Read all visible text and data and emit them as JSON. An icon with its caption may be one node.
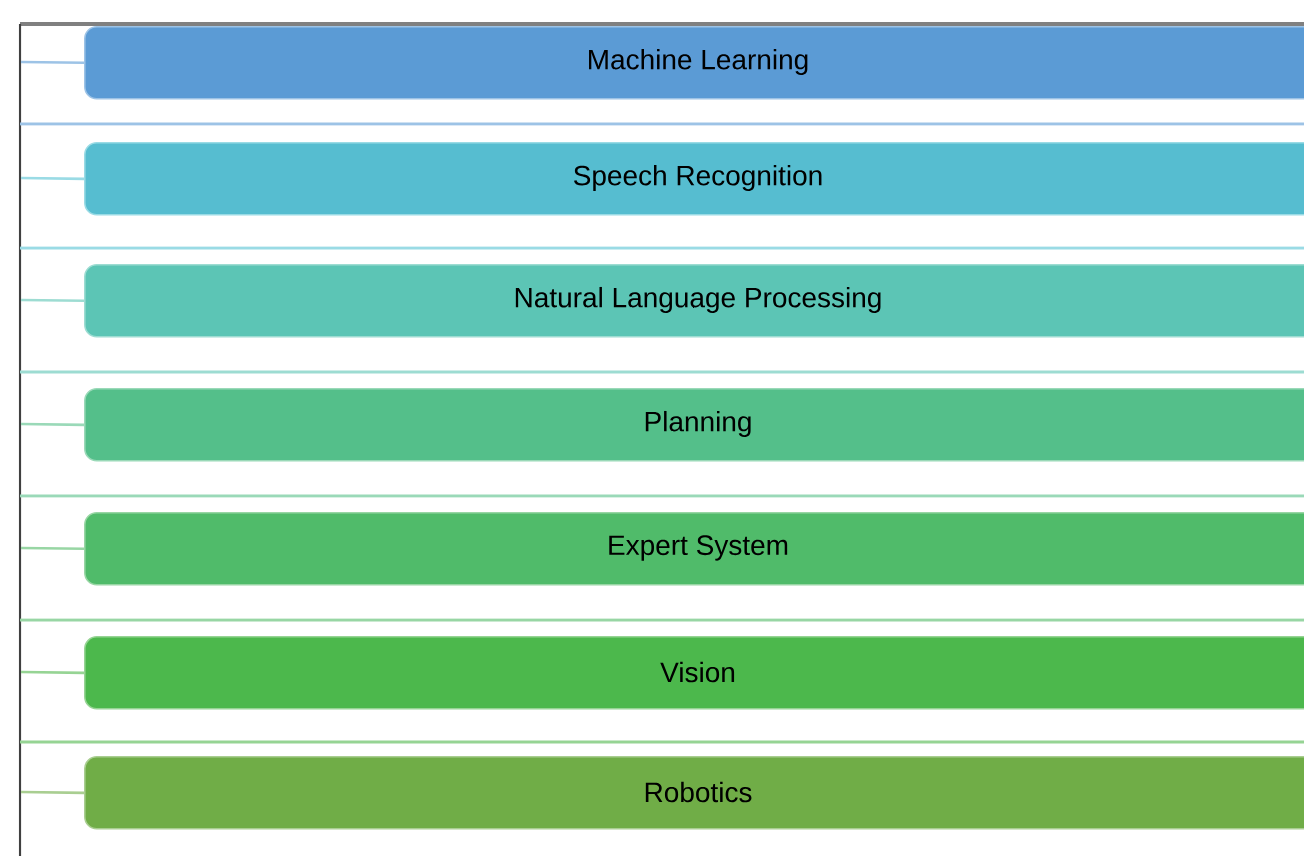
{
  "diagram": {
    "nodes": [
      {
        "text": [
          "Machine Learning"
        ]
      },
      {
        "text": [
          "Speech Recognition"
        ]
      },
      {
        "text": [
          "Natural Language Processing"
        ]
      },
      {
        "text": [
          "Planning"
        ]
      },
      {
        "text": [
          "Expert System"
        ]
      },
      {
        "text": [
          "Vision"
        ]
      },
      {
        "text": [
          "Robotics"
        ]
      }
    ],
    "edges": [
      {
        "from": null,
        "to": 0,
        "arrow": "none"
      },
      {
        "from": null,
        "to": 1,
        "arrow": "none"
      },
      {
        "from": null,
        "to": 2,
        "arrow": "none"
      },
      {
        "from": null,
        "to": 3,
        "arrow": "none"
      },
      {
        "from": null,
        "to": 4,
        "arrow": "none"
      },
      {
        "from": null,
        "to": 5,
        "arrow": "none"
      },
      {
        "from": null,
        "to": 6,
        "arrow": "none"
      }
    ]
  }
}
